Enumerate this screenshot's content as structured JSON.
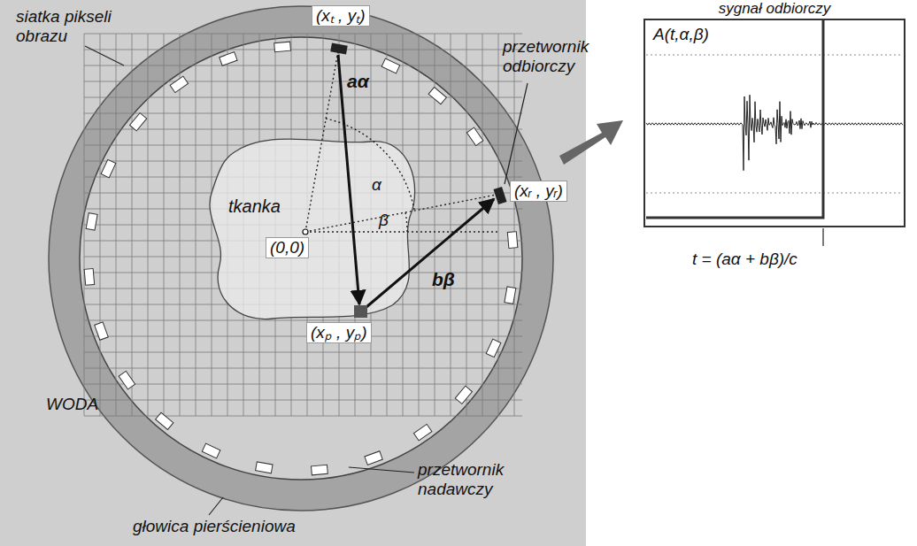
{
  "diagram": {
    "nodes": [
      {
        "text": [
          "tkanka"
        ]
      },
      {
        "text": [
          "sygnał odbiorczy",
          "A(t,α,β)"
        ]
      }
    ],
    "labels": [
      "siatka pikseli obrazu",
      "(xₜ , yₜ)",
      "przetwornik odbiorczy",
      "aα",
      "α",
      "(xᵣ , yᵣ)",
      "β",
      "(0,0)",
      "bβ",
      "(xₚ , yₚ)",
      "WODA",
      "przetwornik nadawczy",
      "głowica pierścieniowa",
      "t = (aα + bβ)/c"
    ]
  }
}
